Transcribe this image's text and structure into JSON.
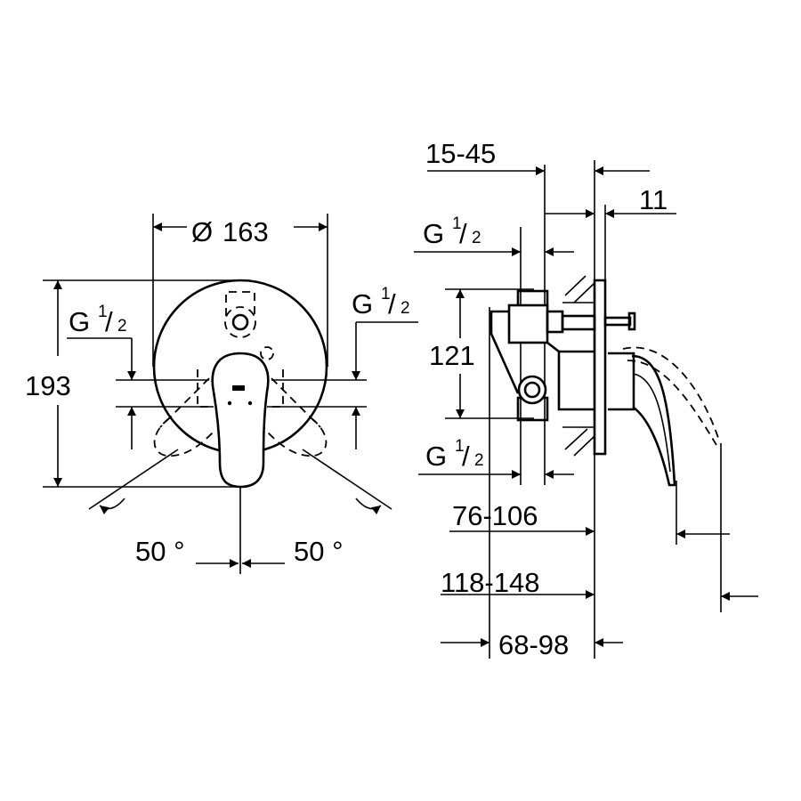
{
  "front_view": {
    "diameter": {
      "symbol": "Ø",
      "value": "163"
    },
    "height": "193",
    "thread_left": {
      "prefix": "G",
      "num": "1",
      "den": "2"
    },
    "thread_right": {
      "prefix": "G",
      "num": "1",
      "den": "2"
    },
    "angle_left": "50 °",
    "angle_right": "50 °"
  },
  "side_view": {
    "wall_range": "15-45",
    "plate_thickness": "11",
    "thread_top": {
      "prefix": "G",
      "num": "1",
      "den": "2"
    },
    "inlet_spacing": "121",
    "thread_bottom": {
      "prefix": "G",
      "num": "1",
      "den": "2"
    },
    "depth_a": "76-106",
    "depth_b": "118-148",
    "depth_c": "68-98"
  },
  "colors": {
    "ink": "#000000",
    "paper": "#ffffff"
  }
}
